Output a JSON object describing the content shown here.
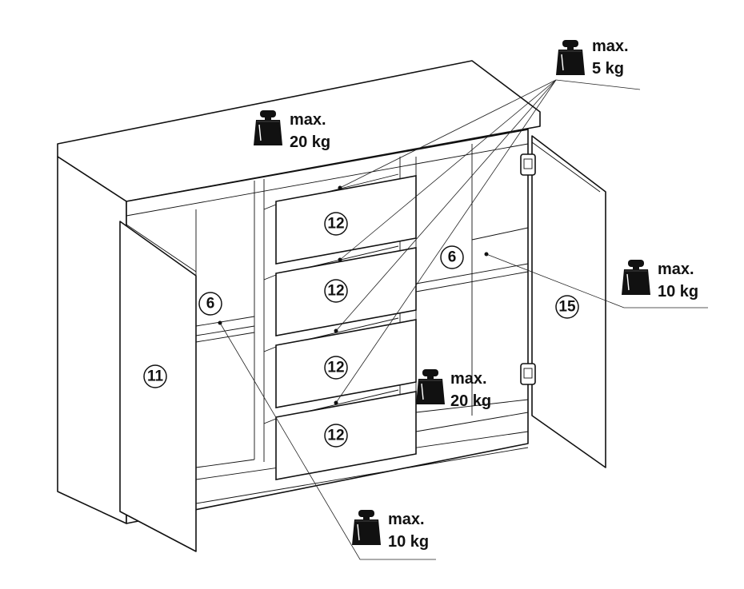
{
  "weight_labels": {
    "drawers": {
      "line1": "max.",
      "line2": "5 kg"
    },
    "top": {
      "line1": "max.",
      "line2": "20 kg"
    },
    "right_shelf": {
      "line1": "max.",
      "line2": "10 kg"
    },
    "bottom": {
      "line1": "max.",
      "line2": "20 kg"
    },
    "left_shelf": {
      "line1": "max.",
      "line2": "10 kg"
    }
  },
  "callouts": {
    "left_door": "11",
    "drawer_1": "12",
    "drawer_2": "12",
    "drawer_3": "12",
    "drawer_4": "12",
    "right_door": "15",
    "left_shelf": "6",
    "right_shelf": "6"
  },
  "colors": {
    "line": "#111111",
    "weight_fill": "#111111",
    "background": "#ffffff"
  },
  "icons": [
    "weight-icon"
  ]
}
